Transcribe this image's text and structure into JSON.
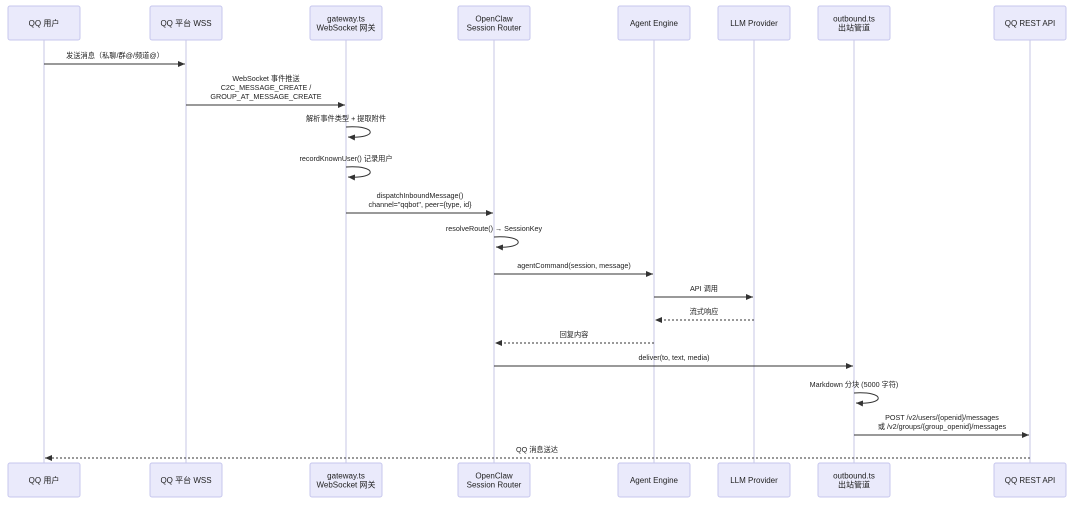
{
  "participants": [
    {
      "id": "user",
      "lines": [
        "QQ 用户"
      ]
    },
    {
      "id": "wss",
      "lines": [
        "QQ 平台 WSS"
      ]
    },
    {
      "id": "gateway",
      "lines": [
        "gateway.ts",
        "WebSocket 网关"
      ]
    },
    {
      "id": "router",
      "lines": [
        "OpenClaw",
        "Session Router"
      ]
    },
    {
      "id": "agent",
      "lines": [
        "Agent Engine"
      ]
    },
    {
      "id": "llm",
      "lines": [
        "LLM Provider"
      ]
    },
    {
      "id": "outbound",
      "lines": [
        "outbound.ts",
        "出站管道"
      ]
    },
    {
      "id": "rest",
      "lines": [
        "QQ REST API"
      ]
    }
  ],
  "messages": [
    {
      "from": "user",
      "to": "wss",
      "style": "solid",
      "lines": [
        "发送消息（私聊/群@/频道@）"
      ]
    },
    {
      "from": "wss",
      "to": "gateway",
      "style": "solid",
      "lines": [
        "WebSocket 事件推送",
        "C2C_MESSAGE_CREATE /",
        "GROUP_AT_MESSAGE_CREATE"
      ]
    },
    {
      "from": "gateway",
      "to": "gateway",
      "style": "self",
      "lines": [
        "解析事件类型 + 提取附件"
      ]
    },
    {
      "from": "gateway",
      "to": "gateway",
      "style": "self",
      "lines": [
        "recordKnownUser() 记录用户"
      ]
    },
    {
      "from": "gateway",
      "to": "router",
      "style": "solid",
      "lines": [
        "dispatchInboundMessage()",
        "channel=\"qqbot\", peer={type, id}"
      ]
    },
    {
      "from": "router",
      "to": "router",
      "style": "self",
      "lines": [
        "resolveRoute() → SessionKey"
      ]
    },
    {
      "from": "router",
      "to": "agent",
      "style": "solid",
      "lines": [
        "agentCommand(session, message)"
      ]
    },
    {
      "from": "agent",
      "to": "llm",
      "style": "solid",
      "lines": [
        "API 调用"
      ]
    },
    {
      "from": "llm",
      "to": "agent",
      "style": "dashed",
      "lines": [
        "流式响应"
      ]
    },
    {
      "from": "agent",
      "to": "router",
      "style": "dashed",
      "lines": [
        "回复内容"
      ]
    },
    {
      "from": "router",
      "to": "outbound",
      "style": "solid",
      "lines": [
        "deliver(to, text, media)"
      ]
    },
    {
      "from": "outbound",
      "to": "outbound",
      "style": "self",
      "lines": [
        "Markdown 分块 (5000 字符)"
      ]
    },
    {
      "from": "outbound",
      "to": "rest",
      "style": "solid",
      "lines": [
        "POST /v2/users/{openid}/messages",
        "或 /v2/groups/{group_openid}/messages"
      ]
    },
    {
      "from": "rest",
      "to": "user",
      "style": "dashed",
      "lines": [
        "QQ 消息送达"
      ]
    }
  ]
}
